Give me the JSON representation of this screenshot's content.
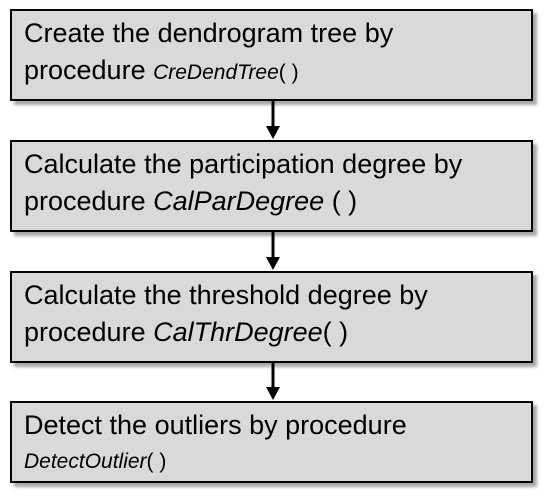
{
  "steps": [
    {
      "line1": "Create the dendrogram tree by",
      "prefix": "procedure ",
      "procedure": "CreDendTree",
      "suffix": "( )"
    },
    {
      "line1": "Calculate the participation degree by",
      "prefix": "procedure ",
      "procedure": "CalParDegree",
      "suffix": " ( )"
    },
    {
      "line1": "Calculate the threshold degree by",
      "prefix": "procedure ",
      "procedure": "CalThrDegree",
      "suffix": "( )"
    },
    {
      "line1": "Detect the outliers by procedure",
      "prefix": "",
      "procedure": "DetectOutlier",
      "suffix": "( )"
    }
  ]
}
